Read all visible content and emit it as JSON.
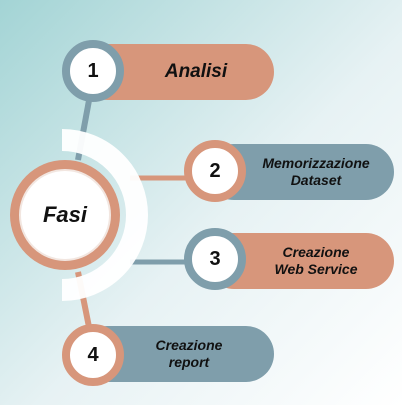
{
  "center": {
    "label": "Fasi"
  },
  "steps": [
    {
      "number": "1",
      "lines": [
        "Analisi"
      ]
    },
    {
      "number": "2",
      "lines": [
        "Memorizzazione",
        "Dataset"
      ]
    },
    {
      "number": "3",
      "lines": [
        "Creazione",
        "Web Service"
      ]
    },
    {
      "number": "4",
      "lines": [
        "Creazione",
        "report"
      ]
    }
  ],
  "colors": {
    "salmon": "#d7967b",
    "slate": "#7f9eab",
    "background_start": "#a8d6d7",
    "background_end": "#ffffff"
  }
}
